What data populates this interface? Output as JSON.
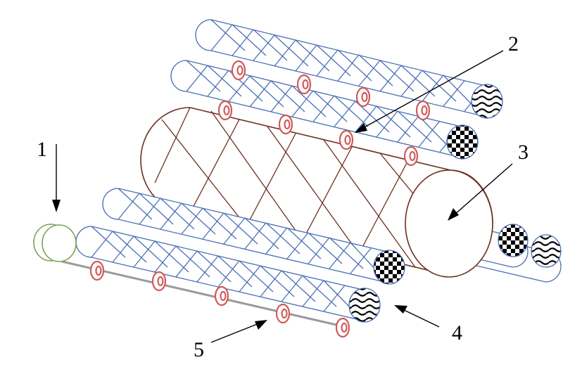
{
  "callouts": {
    "label_1": "1",
    "label_2": "2",
    "label_3": "3",
    "label_4": "4",
    "label_5": "5"
  },
  "colors": {
    "mesh": "#4a6fb5",
    "core": "#6b2f1f",
    "ring": "#d05a5a",
    "plug": "#7ba05a",
    "rod": "#9a9a9a",
    "ink": "#000000"
  }
}
